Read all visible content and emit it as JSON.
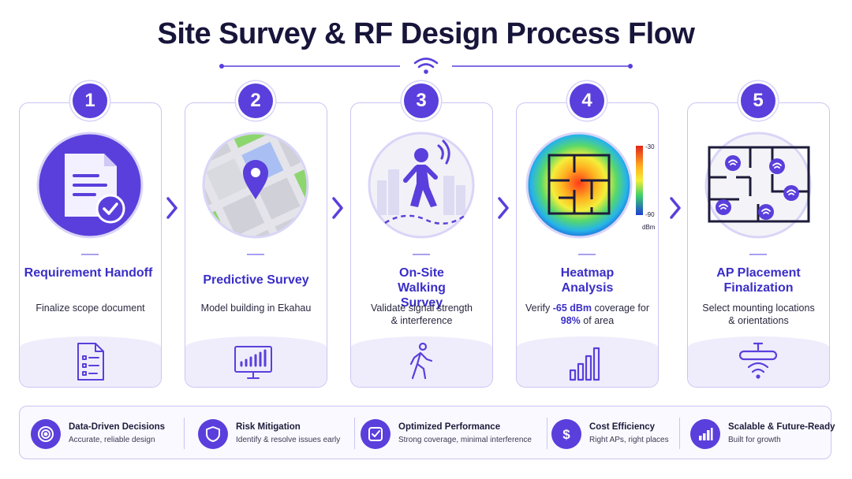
{
  "title": "Site Survey & RF Design Process Flow",
  "colors": {
    "accent": "#5a3fdc",
    "accent_dark": "#3a2ec7",
    "card_border": "#c9c5f2",
    "card_bottom": "#efedfc"
  },
  "steps": [
    {
      "number": "1",
      "title": "Requirement Handoff",
      "desc": "Finalize scope document",
      "illustration": "document-check-icon",
      "icon": "checklist-icon"
    },
    {
      "number": "2",
      "title": "Predictive Survey",
      "desc": "Model building in Ekahau",
      "illustration": "map-pin-icon",
      "icon": "monitor-chart-icon"
    },
    {
      "number": "3",
      "title": "On-Site Walking Survey",
      "desc": "Validate signal strength & interference",
      "illustration": "walking-person-wifi-icon",
      "icon": "walking-person-icon"
    },
    {
      "number": "4",
      "title": "Heatmap Analysis",
      "desc_prefix": "Verify",
      "desc_value1": "-65 dBm",
      "desc_mid": "coverage for",
      "desc_value2": "98%",
      "desc_suffix": "of area",
      "legend_top": "-30",
      "legend_bottom": "-90",
      "legend_unit": "dBm",
      "illustration": "heatmap-icon",
      "icon": "bar-chart-icon"
    },
    {
      "number": "5",
      "title": "AP Placement Finalization",
      "desc": "Select mounting locations & orientations",
      "illustration": "floorplan-ap-icon",
      "icon": "access-point-icon"
    }
  ],
  "benefits": [
    {
      "title": "Data-Driven Decisions",
      "desc": "Accurate, reliable design",
      "icon": "target-icon"
    },
    {
      "title": "Risk Mitigation",
      "desc": "Identify & resolve issues early",
      "icon": "shield-icon"
    },
    {
      "title": "Optimized Performance",
      "desc": "Strong coverage, minimal interference",
      "icon": "checkbox-icon"
    },
    {
      "title": "Cost Efficiency",
      "desc": "Right APs, right places",
      "icon": "dollar-icon"
    },
    {
      "title": "Scalable & Future-Ready",
      "desc": "Built for growth",
      "icon": "growth-chart-icon"
    }
  ]
}
